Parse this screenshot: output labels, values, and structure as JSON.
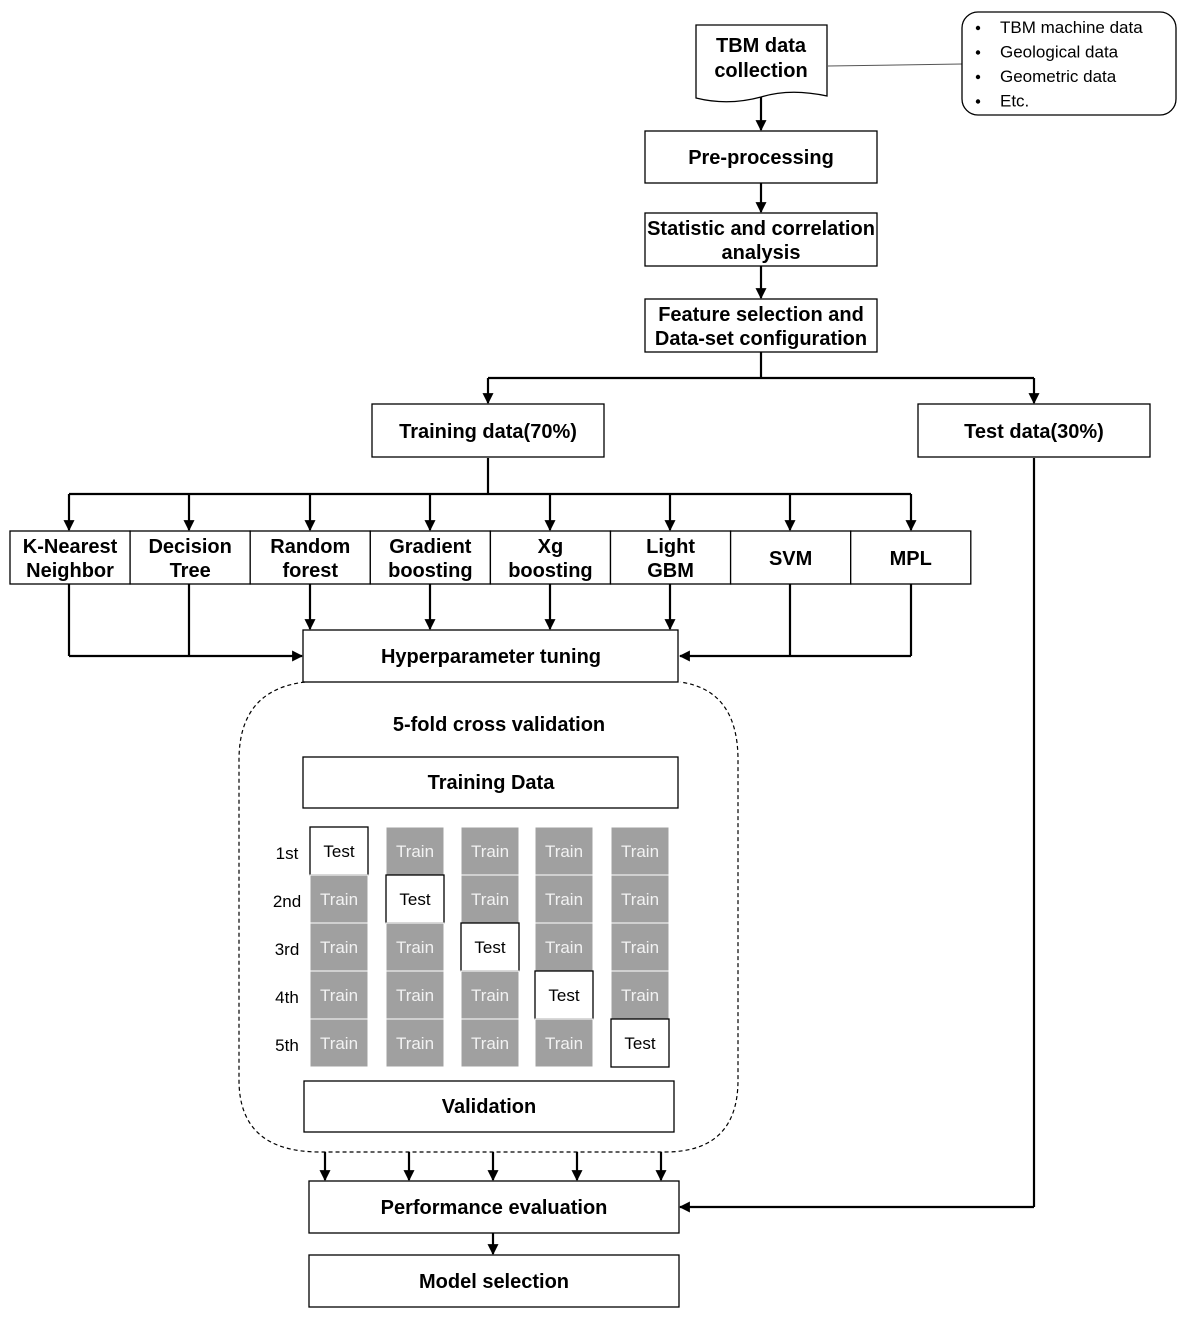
{
  "nodes": {
    "collection": [
      "TBM data",
      "collection"
    ],
    "preprocessing": "Pre-processing",
    "statistic": [
      "Statistic and correlation",
      "analysis"
    ],
    "feature": [
      "Feature selection and",
      "Data-set configuration"
    ],
    "training_data": "Training data(70%)",
    "test_data": "Test data(30%)",
    "hyperparameter": "Hyperparameter tuning",
    "cv_title": "5-fold cross validation",
    "cv_training": "Training Data",
    "validation": "Validation",
    "performance": "Performance evaluation",
    "model_selection": "Model selection"
  },
  "data_sources": [
    "TBM machine data",
    "Geological data",
    "Geometric data",
    "Etc."
  ],
  "models": [
    [
      "K-Nearest",
      "Neighbor"
    ],
    [
      "Decision",
      "Tree"
    ],
    [
      "Random",
      "forest"
    ],
    [
      "Gradient",
      "boosting"
    ],
    [
      "Xg",
      "boosting"
    ],
    [
      "Light",
      "GBM"
    ],
    [
      "SVM"
    ],
    [
      "MPL"
    ]
  ],
  "folds": {
    "rows": [
      "1st",
      "2nd",
      "3rd",
      "4th",
      "5th"
    ],
    "train_label": "Train",
    "test_label": "Test",
    "test_index": [
      0,
      1,
      2,
      3,
      4
    ]
  }
}
